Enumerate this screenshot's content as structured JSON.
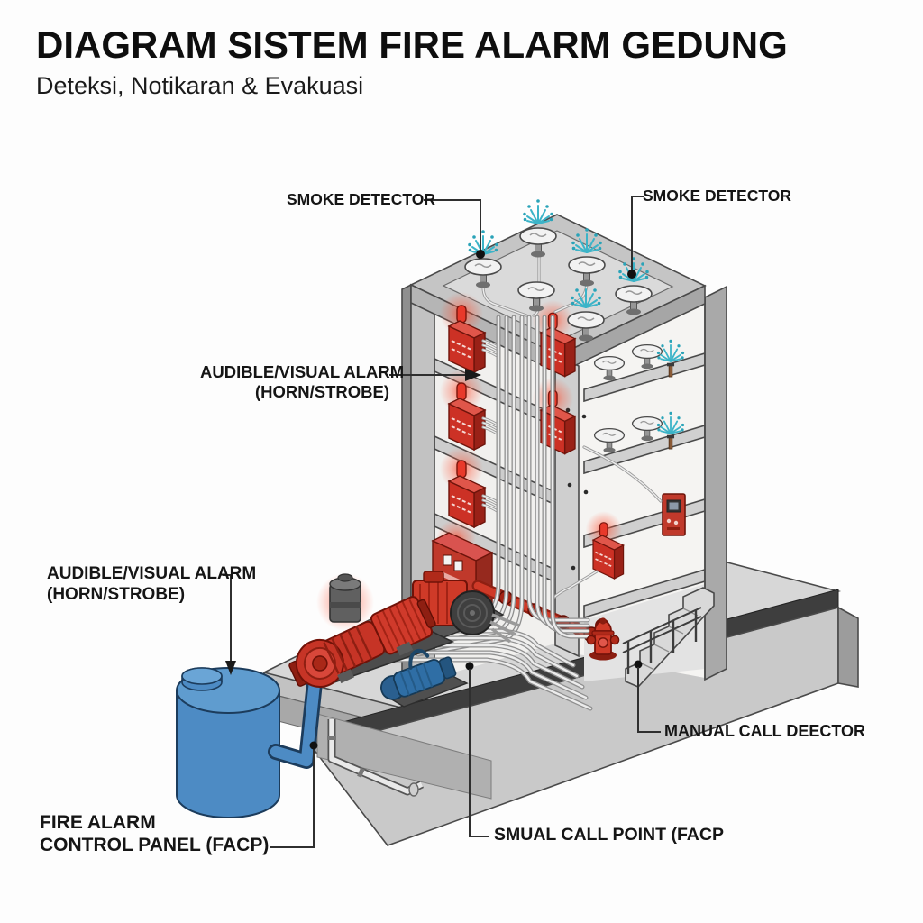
{
  "title": "DIAGRAM SISTEM FIRE ALARM GEDUNG",
  "subtitle": "Deteksi, Notikaran & Evakuasi",
  "annotations": {
    "smoke_detector_left": {
      "text": "SMOKE DETECTOR"
    },
    "smoke_detector_right": {
      "text": "SMOKE DETECTOR"
    },
    "audible_visual_alarm_upper": {
      "line1": "AUDIBLE/VISUAL ALARM",
      "line2": "(HORN/STROBE)"
    },
    "audible_visual_alarm_lower": {
      "line1": "AUDIBLE/VISUAL ALARM",
      "line2": "(HORN/STROBE)"
    },
    "manual_call_detector": {
      "text": "MANUAL CALL DEECTOR"
    },
    "manual_call_point": {
      "text": "SMUAL CALL POINT (FACP"
    },
    "fire_alarm_control_panel": {
      "line1": "FIRE ALARM",
      "line2": "CONTROL PANEL (FACP)"
    }
  },
  "colors": {
    "alarm_red": "#c63426",
    "deep_red": "#8e1f12",
    "tank_blue": "#4d8bc4",
    "spray_cyan": "#3cb4c8",
    "structure_gray": "#c9c9c9",
    "dark_base": "#3e3e3e",
    "label_text": "#151515",
    "background": "#fdfdfd"
  }
}
